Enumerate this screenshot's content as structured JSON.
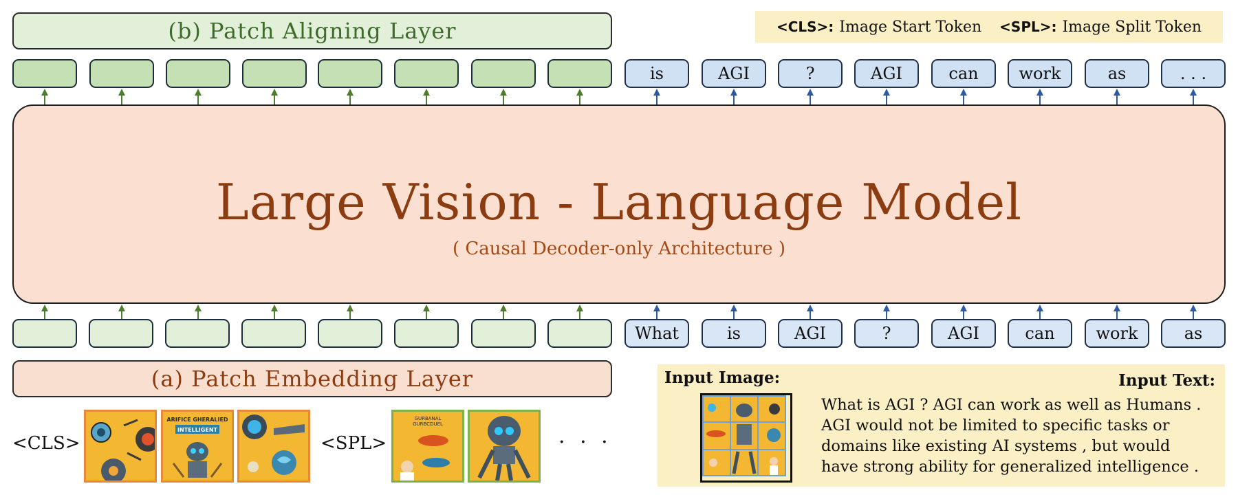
{
  "patch_aligning_layer": {
    "label": "(b) Patch Aligning Layer"
  },
  "patch_embedding_layer": {
    "label": "(a) Patch Embedding Layer"
  },
  "legend": {
    "cls_key": "<CLS>:",
    "cls_desc": "Image Start Token",
    "spl_key": "<SPL>:",
    "spl_desc": "Image Split Token"
  },
  "model": {
    "title": "Large Vision - Language Model",
    "subtitle": "( Causal Decoder-only Architecture )"
  },
  "output_tokens": {
    "image_patch_count": 8,
    "text": [
      "is",
      "AGI",
      "?",
      "AGI",
      "can",
      "work",
      "as",
      ". . ."
    ]
  },
  "input_tokens": {
    "image_patch_count": 8,
    "text": [
      "What",
      "is",
      "AGI",
      "?",
      "AGI",
      "can",
      "work",
      "as"
    ]
  },
  "image_row": {
    "cls": "<CLS>",
    "spl": "<SPL>",
    "ellipsis": "· · ·",
    "thumb_text": {
      "t2_line1": "ARIFICE GHERALIED",
      "t2_line2": "INTELLIGENT",
      "t4_line1": "GURBANAL",
      "t4_line2": "GURBCDUEL"
    }
  },
  "input_panel": {
    "image_label": "Input Image:",
    "text_label": "Input Text:",
    "text_lines": [
      "What is AGI ? AGI can work as well as Humans .",
      "AGI would not be limited to specific tasks or",
      "domains like existing AI systems , but would",
      "have strong ability for generalized intelligence ."
    ]
  },
  "colors": {
    "green_arrow": "#4e7d2d",
    "blue_arrow": "#2f5aa0",
    "model_fill": "#fbdfd1",
    "model_text": "#8b3c10",
    "legend_fill": "#fbefc6"
  }
}
